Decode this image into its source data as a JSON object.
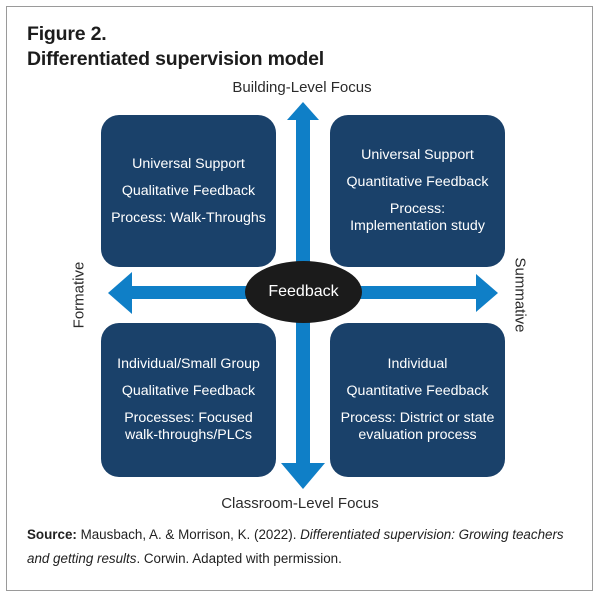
{
  "figure": {
    "title_line1": "Figure 2.",
    "title_line2": "Differentiated supervision model"
  },
  "axes": {
    "top": "Building-Level Focus",
    "bottom": "Classroom-Level Focus",
    "left": "Formative",
    "right": "Summative"
  },
  "center": {
    "label": "Feedback"
  },
  "quadrants": {
    "top_left": {
      "lines": [
        "Universal Support",
        "Qualitative Feedback",
        "Process: Walk-Throughs"
      ]
    },
    "top_right": {
      "lines": [
        "Universal Support",
        "Quantitative Feedback",
        "Process:\nImplementation study"
      ],
      "line1": "Universal Support",
      "line2": "Quantitative Feedback",
      "line3a": "Process:",
      "line3b": "Implementation study"
    },
    "bottom_left": {
      "line1": "Individual/Small Group",
      "line2": "Qualitative Feedback",
      "line3a": "Processes: Focused",
      "line3b": "walk-throughs/PLCs"
    },
    "bottom_right": {
      "line1": "Individual",
      "line2": "Quantitative Feedback",
      "line3a": "Process: District or state",
      "line3b": "evaluation process"
    }
  },
  "source": {
    "label": "Source:",
    "authors": " Mausbach, A. & Morrison, K. (2022). ",
    "book_title": "Differentiated supervision: Growing teachers and getting results",
    "publisher": ". Corwin. Adapted with permission."
  },
  "colors": {
    "quadrant_fill": "#1a416a",
    "arrow_fill": "#0f7fc7",
    "hub_fill": "#1b1b1b"
  }
}
